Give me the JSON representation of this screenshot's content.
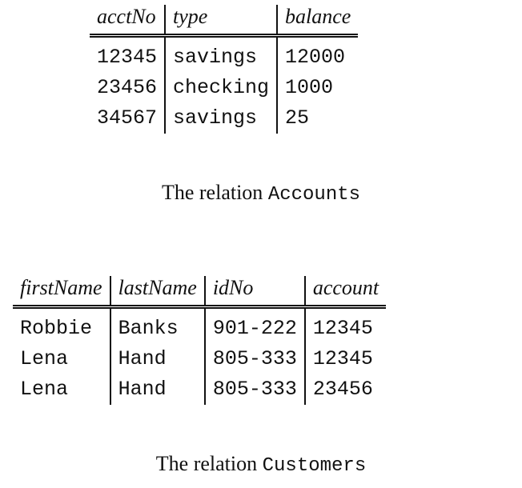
{
  "accounts": {
    "columns": [
      "acctNo",
      "type",
      "balance"
    ],
    "rows": [
      [
        "12345",
        "savings",
        "12000"
      ],
      [
        "23456",
        "checking",
        "1000"
      ],
      [
        "34567",
        "savings",
        "25"
      ]
    ],
    "caption_text": "The relation",
    "caption_name": "Accounts"
  },
  "customers": {
    "columns": [
      "firstName",
      "lastName",
      "idNo",
      "account"
    ],
    "rows": [
      [
        "Robbie",
        "Banks",
        "901-222",
        "12345"
      ],
      [
        "Lena",
        "Hand",
        "805-333",
        "12345"
      ],
      [
        "Lena",
        "Hand",
        "805-333",
        "23456"
      ]
    ],
    "caption_text": "The relation",
    "caption_name": "Customers"
  }
}
